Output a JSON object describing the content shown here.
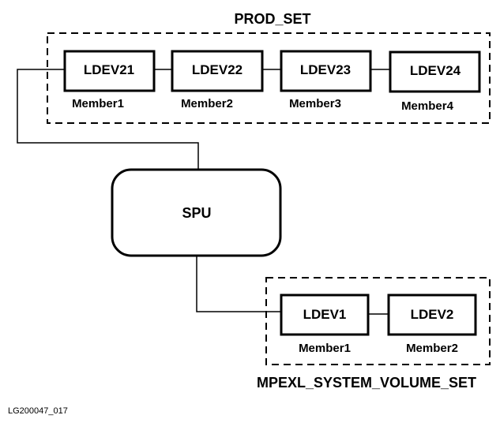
{
  "prod_set": {
    "title": "PROD_SET",
    "devices": [
      {
        "ldev": "LDEV21",
        "member": "Member1"
      },
      {
        "ldev": "LDEV22",
        "member": "Member2"
      },
      {
        "ldev": "LDEV23",
        "member": "Member3"
      },
      {
        "ldev": "LDEV24",
        "member": "Member4"
      }
    ]
  },
  "spu": {
    "label": "SPU"
  },
  "system_volume_set": {
    "title": "MPEXL_SYSTEM_VOLUME_SET",
    "devices": [
      {
        "ldev": "LDEV1",
        "member": "Member1"
      },
      {
        "ldev": "LDEV2",
        "member": "Member2"
      }
    ]
  },
  "figure_id": "LG200047_017"
}
